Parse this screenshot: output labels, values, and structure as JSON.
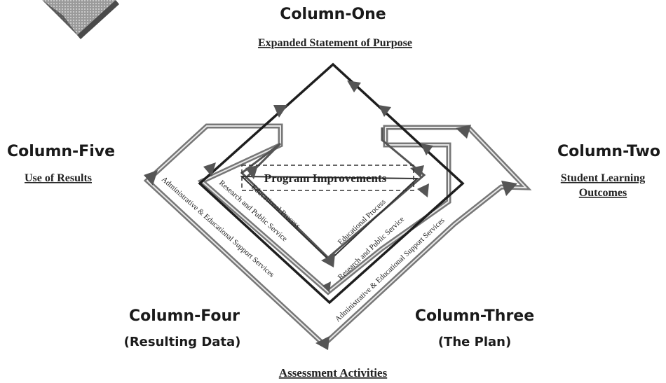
{
  "columns": {
    "one": {
      "title": "Column-One",
      "subtitle": "Expanded Statement of Purpose"
    },
    "two": {
      "title": "Column-Two",
      "subtitle_line1": "Student Learning",
      "subtitle_line2": "Outcomes"
    },
    "three": {
      "title": "Column-Three",
      "subtitle": "(The Plan)"
    },
    "four": {
      "title": "Column-Four",
      "subtitle": "(Resulting Data)"
    },
    "five": {
      "title": "Column-Five",
      "subtitle": "Use of Results"
    }
  },
  "bottom_label": "Assessment Activities",
  "center_label": "Program Improvements",
  "paths": {
    "left_outer": "Administrative & Educational Support Services",
    "left_middle": "Research and Public Service",
    "left_inner": "Educational Process",
    "right_outer": "Administrative & Educational Support Services",
    "right_middle": "Research and Public Service",
    "right_inner": "Educational Process"
  }
}
